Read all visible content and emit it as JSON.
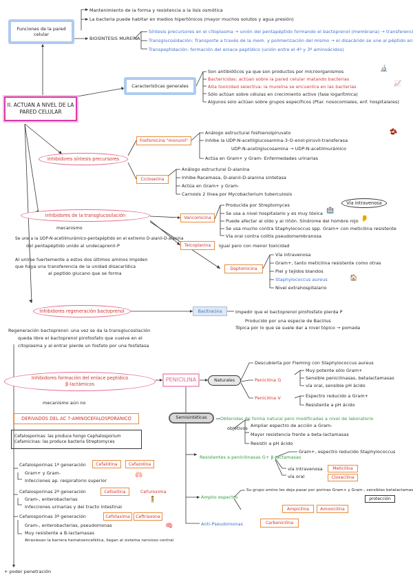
{
  "colors": {
    "red": "#d0342c",
    "pink": "#d63aa6",
    "blue": "#3a6fc9",
    "green": "#2f9a3b",
    "orange": "#e07a2a"
  },
  "section_a": {
    "title": "II. ACTUAN A NIVEL DE LA PARED CELULAR",
    "functions_box": "Funciones de la pared celular",
    "func_1": "Mantenimiento de la forma y resistencia a la lisis osmótica",
    "func_2": "La bacteria puede habitar en medios hipertónicos (mayor muchos solutos y agua presión)",
    "biosintesis": "BIOSÍNTESIS MUREÍNA",
    "bio_1": "Síntesis precursores en el citoplasma → unión del pentapéptido formando el bactoprenol (membrana) → transferencia",
    "bio_2": "Transglucosidación: Transporte a través de la mem. y polimerización del mismo → el disacárido se une al péptido anterior",
    "bio_3": "Transpeptidación: formación del enlace peptídico (unión entre el 4º y 3º aminoácidos)",
    "caract_box": "Características generales",
    "car_1": "Son antibióticos ya que son productos por microorganismos",
    "car_2": "Bactericidas: actúan sobre la pared celular matando bacterias",
    "car_3": "Alta toxicidad selectiva: la mureína se encuentra en las bacterias",
    "car_4": "Sólo actúan sobre células en crecimiento activo (fase logarítmica)",
    "car_5": "Algunos solo actúan sobre grupos específicos (Ptar. nosocomiales, enf. hospitalares)"
  },
  "section_b": {
    "inhib_precursores": "Inhibidores síntesis precursores",
    "fosfomicina": "Fosfomicina \"monurol\"",
    "fos_1": "Análogo estructural fosfoenolpiruvato",
    "fos_2": "Inhibe la UDP-N-acetilglucosamina-3-O-enol-piruvil-transferasa",
    "fos_3": "UDP-N-acetilglucosamina → UDP-N-acetilmurámico",
    "fos_4": "Actúa en Gram+ y Gram- Enfermedades urinarias",
    "cicloserina": "Cicloserina",
    "cic_1": "Análogo estructural D-alanina",
    "cic_2": "Inhibe Racemasa, D-alanil-D-alanina sintetasa",
    "cic_3": "Actúa en Gram+ y Gram-",
    "cic_4": "Carnosis 2 línea por Mycobacterium tuberculosis",
    "inhib_transgluco": "Inhibidores de la transglucosilación",
    "mecanismo": "mecanismo",
    "mec_1": "Se une a la UDP-N-acetilmurámico-pentapéptido en el extremo D-alanil-D-alanina",
    "mec_2": "del pentapéptido unido al undecaprenil-P",
    "mec_3": "Al unirse fuertemente a estos dos últimos aminos impiden",
    "mec_4": "que haya una transferencia de la unidad disacarídica",
    "mec_5": "al peptido glucano que se forma",
    "vancomicina": "Vancomicina",
    "van_1": "Producida por Streptomyces",
    "van_2": "Se usa a nivel hospitalario y es muy tóxica",
    "van_3": "Puede afectar al oído y al riñón. Síndrome del hombre rojo",
    "van_4": "Se usa mucho contra Staphylococcus spp. Gram+ con meticilina resistente",
    "van_5": "Vía oral contra colitis pseudomembranosa",
    "via_intravenosa": "Vía intravenosa",
    "teicoplanina": "Teicoplanina",
    "tei_1": "Igual pero con menor toxicidad",
    "daptomicina": "Daptomicina",
    "dap_1": "Vía intravenosa",
    "dap_2": "Gram+, tanto meticilina resistente como otras",
    "dap_3": "Piel y tejidos blandos",
    "dap_4": "Staphylococcus aureus",
    "dap_5": "Nivel extrahospitalario",
    "inhib_regen": "Inhibidores regeneración bactoprenol",
    "bacitracina": "Bacitracina",
    "bac_1": "Impedir que el bactoprenol pirofosfato pierda P",
    "bac_2": "Producido por una especie de Bacillus",
    "bac_3": "Tópica por lo que se suele dar a nivel tópico → pomada",
    "regen_1": "Regeneración bactoprenol: una vez se da la transglucosilación",
    "regen_2": "queda libre el bactoprenol pirofosfato que vuelve en el",
    "regen_3": "citoplasma y al entrar pierde un fosfato por una fosfatasa"
  },
  "section_c": {
    "inhib_formacion_1": "Inhibidores formación del enlace peptídico",
    "inhib_formacion_2": "β-lactámicos",
    "mecanismo_aun": "mecanismo aún no",
    "penicilina": "PENICILINA",
    "naturales": "Naturales",
    "nat_1": "Descubierta por Fleming con Staphylococcus aureus",
    "pen_g": "Penicilina G",
    "pen_g_1": "Muy potente sólo Gram+",
    "pen_g_2": "Sensible penicilinasas, betalactamasas",
    "pen_g_3": "vía oral, sensible pH ácido",
    "pen_v": "Penicilina V",
    "pen_v_1": "Espectro reducido a Gram+",
    "pen_v_2": "Resistente a pH ácido",
    "derivados": "DERIVADOS DEL AC 7-AMINOCEFALOSPORÁNICO",
    "cef_1": "Cefalosporinas: las produce hongo Cephalosporium",
    "cef_2": "Cefamicinas: las produce bacteria Streptomyces",
    "semisinteticas": "Semisintéticas",
    "semi_1": "Obtenidas de forma natural pero modificadas a nivel de laboratorio",
    "objetivos": "objetivos",
    "obj_1": "Ampliar espectro de acción a Gram-",
    "obj_2": "Mayor resistencia frente a beta-lactamasas",
    "obj_3": "Resistir a pH ácido",
    "resistentes": "Resistentes a penicilinasas G+ β-lactamasas",
    "res_1": "Gram+, espectro reducido Staphylococcus",
    "res_2": "vía intravenosa",
    "res_3": "vía oral",
    "meticilina": "Meticilina",
    "cloxacilina": "Cloxacilina",
    "amplio": "Amplio espectro",
    "amp_1": "Su grupo amino les deja pasar por porinas Gram+ y Gram-, sensibles betalactamasas",
    "protección": "protección",
    "ampicilina": "Ampicilina",
    "amoxicilina": "Amoxicilina",
    "anti_pseudo": "Anti-Pseudomonas",
    "carbenicilina": "Carbenicilina",
    "gen1": "Cefalosporinas 1ª generación",
    "gen1_a": "Gram+ y Gram-",
    "gen1_b": "Infecciones ap. respiratorio superior",
    "cefalotina": "Cefalotina",
    "cefazolina": "Cefazolina",
    "gen2": "Cefalosporinas 2ª generación",
    "gen2_a": "Gram-, enterobacterias",
    "gen2_b": "Infecciones urinarias y del tracto intestinal",
    "cefoxitina": "Cefoxitina",
    "cefuroxima": "Cefuroxima",
    "gen3": "Cefalosporinas 3ª generación",
    "gen3_a": "Gram-, enterobacterias, pseudomonas",
    "gen3_b": "Muy resistente a B-lactamasas",
    "gen3_c": "Atraviesan la barrera hematoencefálica, llegan al sistema nervioso central",
    "cefotaxima": "Cefotaxima",
    "ceftriaxona": "Ceftriaxona",
    "mayor_penetracion": "+ poder penetración"
  }
}
